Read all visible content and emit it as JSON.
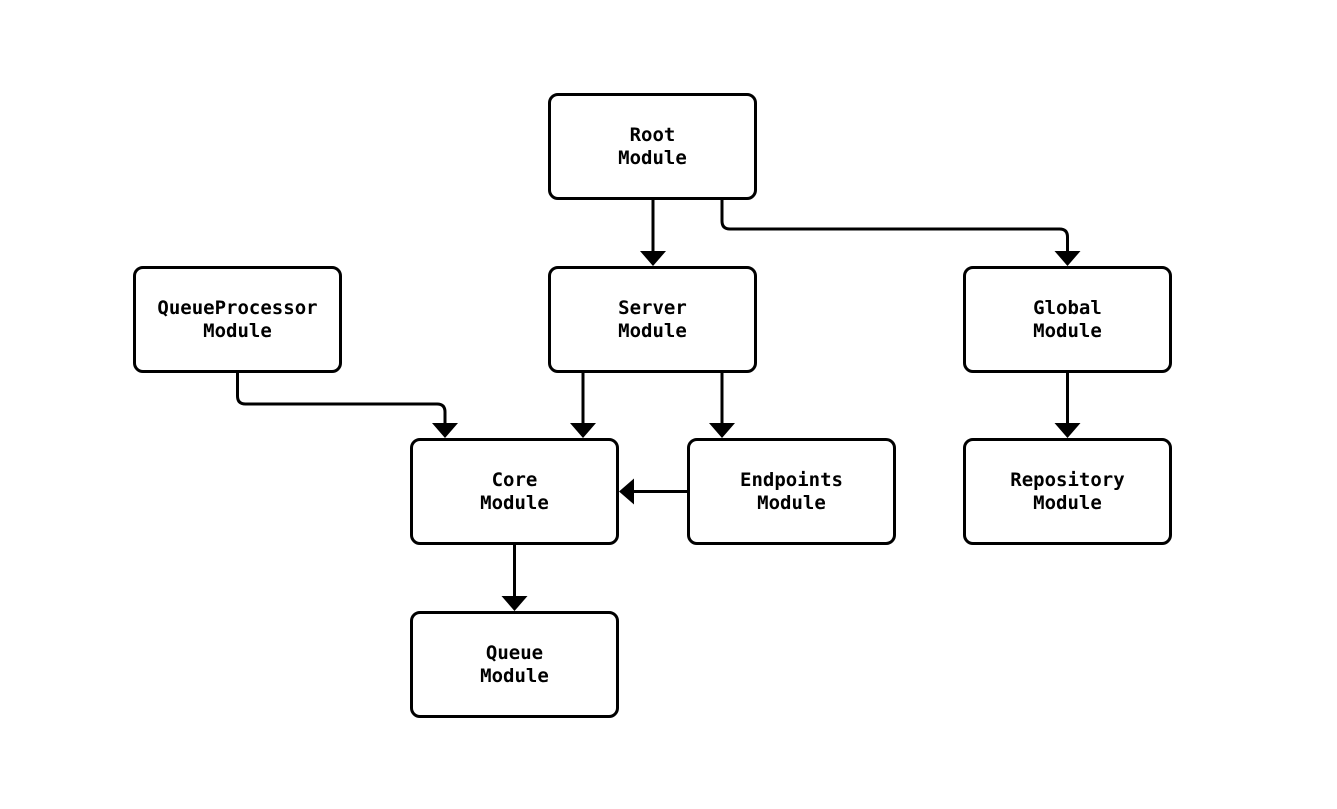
{
  "nodes": {
    "root": {
      "line1": "Root",
      "line2": "Module"
    },
    "queueprocessor": {
      "line1": "QueueProcessor",
      "line2": "Module"
    },
    "server": {
      "line1": "Server",
      "line2": "Module"
    },
    "global": {
      "line1": "Global",
      "line2": "Module"
    },
    "core": {
      "line1": "Core",
      "line2": "Module"
    },
    "endpoints": {
      "line1": "Endpoints",
      "line2": "Module"
    },
    "repository": {
      "line1": "Repository",
      "line2": "Module"
    },
    "queue": {
      "line1": "Queue",
      "line2": "Module"
    }
  },
  "edges": [
    {
      "from": "Root Module",
      "to": "Server Module"
    },
    {
      "from": "Root Module",
      "to": "Global Module"
    },
    {
      "from": "QueueProcessor Module",
      "to": "Core Module"
    },
    {
      "from": "Server Module",
      "to": "Core Module"
    },
    {
      "from": "Server Module",
      "to": "Endpoints Module"
    },
    {
      "from": "Endpoints Module",
      "to": "Core Module"
    },
    {
      "from": "Global Module",
      "to": "Repository Module"
    },
    {
      "from": "Core Module",
      "to": "Queue Module"
    }
  ],
  "colors": {
    "background": "#ffffff",
    "node_fill": "#ffffff",
    "node_border": "#000000",
    "edge_stroke": "#000000",
    "text": "#000000"
  }
}
